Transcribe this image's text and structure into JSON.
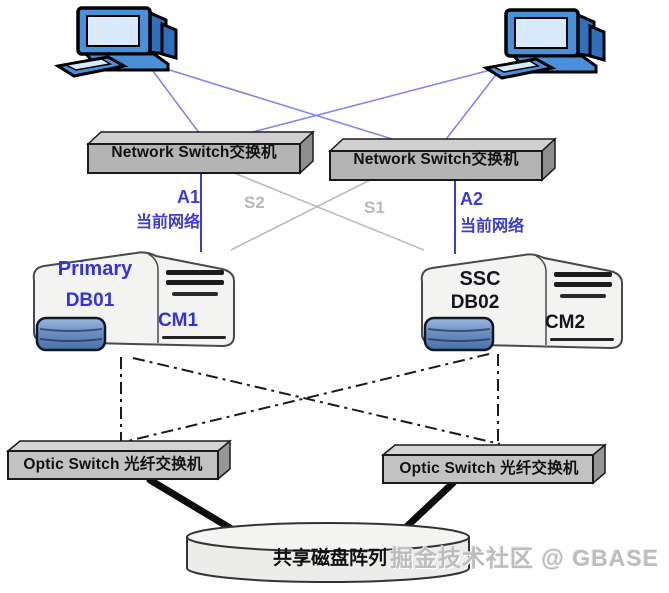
{
  "network_switches": {
    "left": {
      "label": "Network Switch交换机"
    },
    "right": {
      "label": "Network Switch交换机"
    }
  },
  "links": {
    "a1": {
      "name": "A1",
      "caption": "当前网络"
    },
    "a2": {
      "name": "A2",
      "caption": "当前网络"
    },
    "s1": {
      "name": "S1"
    },
    "s2": {
      "name": "S2"
    }
  },
  "servers": {
    "left": {
      "role": "Primary",
      "db": "DB01",
      "node": "CM1"
    },
    "right": {
      "role": "SSC",
      "db": "DB02",
      "node": "CM2"
    }
  },
  "optic_switches": {
    "left": {
      "label": "Optic Switch 光纤交换机"
    },
    "right": {
      "label": "Optic Switch 光纤交换机"
    }
  },
  "storage": {
    "label": "共享磁盘阵列"
  },
  "watermark": "掘金技术社区 @ GBASE",
  "icons": {
    "top_left": "desktop-computer-icon",
    "top_right": "desktop-computer-icon",
    "server_disk_left": "database-disk-icon",
    "server_disk_right": "database-disk-icon",
    "storage_cylinder": "disk-array-cylinder-icon"
  },
  "colors": {
    "client_link_blue": "#8585ee",
    "active_network_blue": "#3c3cd0",
    "standby_network_gray": "#bcbcbc",
    "fiber_dashdot_black": "#1a1a1a",
    "server_label_blue": "#3333dd",
    "server_label_dark": "#15151f",
    "switch_box_gray": "#b4b4b4",
    "computer_blue": "#4a90d9"
  }
}
